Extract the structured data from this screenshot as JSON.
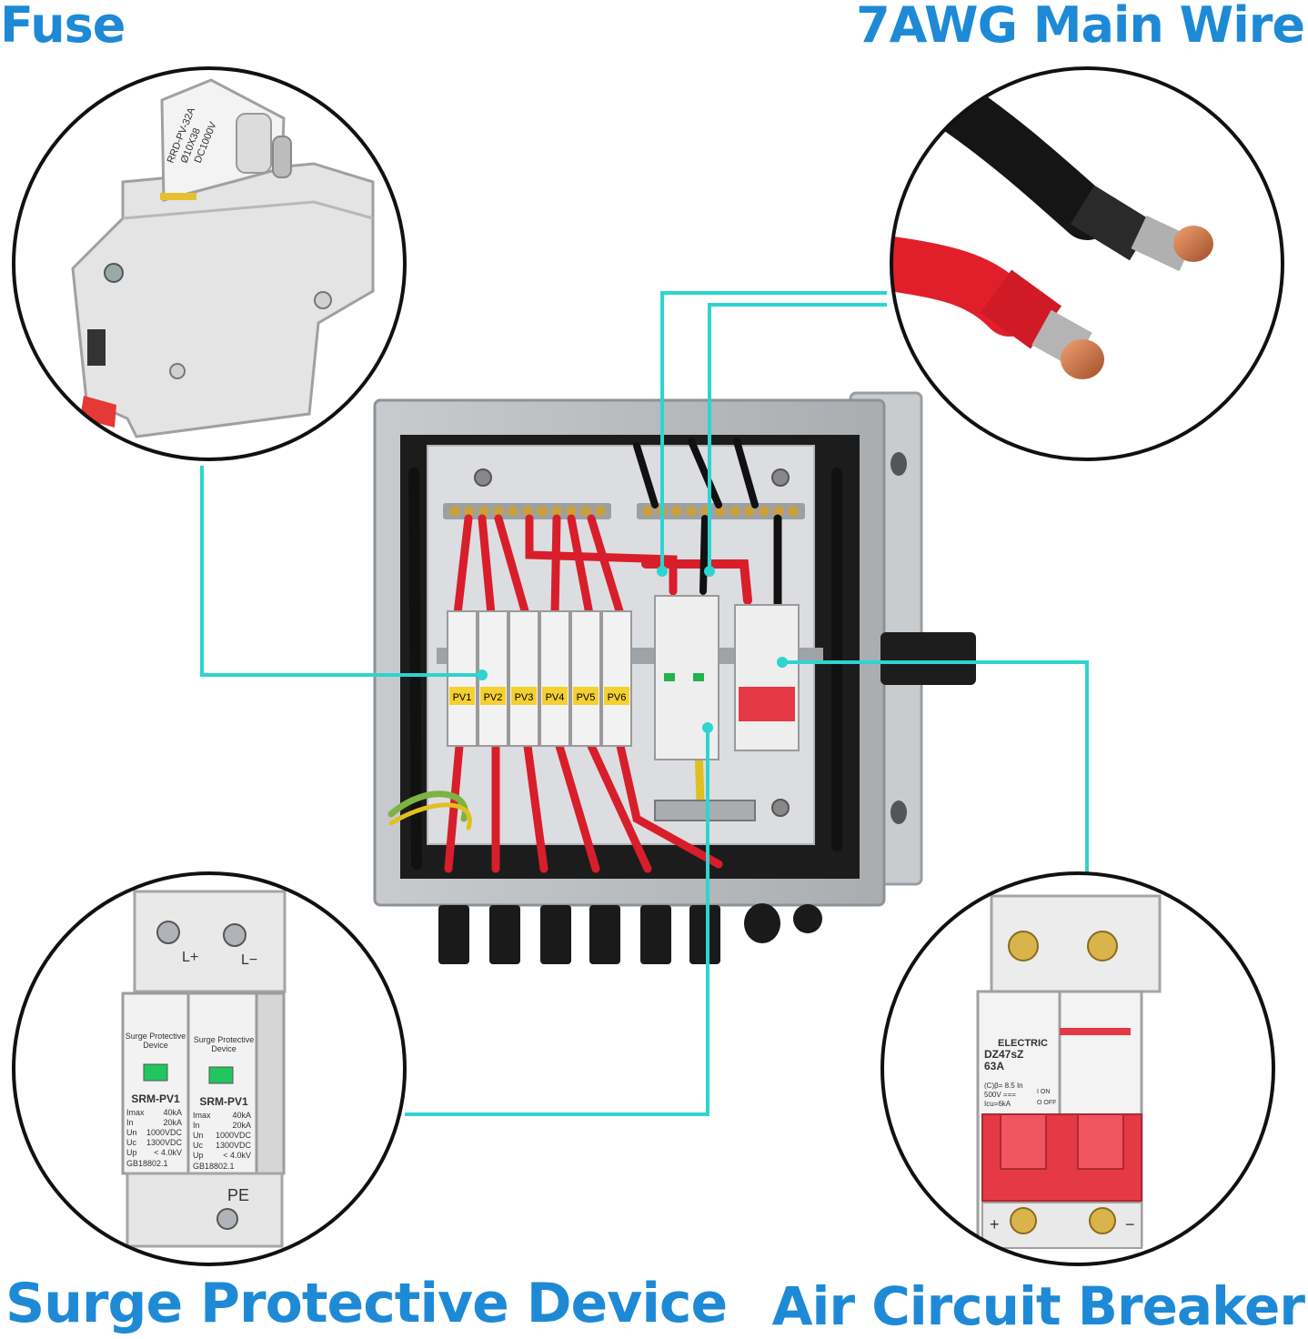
{
  "labels": {
    "fuse": "Fuse",
    "main_wire": "7AWG Main Wire",
    "spd": "Surge Protective Device",
    "breaker": "Air Circuit Breaker"
  },
  "fuse_detail": {
    "model": "RRD-PV-32A",
    "size": "Ø10X38",
    "rating": "DC1000V"
  },
  "fuse_tags": [
    "PV1",
    "PV2",
    "PV3",
    "PV4",
    "PV5",
    "PV6"
  ],
  "spd_detail": {
    "terminal_plus": "L+",
    "terminal_minus": "L−",
    "device_line1": "Surge Protective",
    "device_line2": "Device",
    "model": "SRM-PV1",
    "specs": [
      [
        "Imax",
        "40kA"
      ],
      [
        "In",
        "20kA"
      ],
      [
        "Un",
        "1000VDC"
      ],
      [
        "Uc",
        "1300VDC"
      ],
      [
        "Up",
        "< 4.0kV"
      ]
    ],
    "standard": "GB18802.1",
    "ground": "PE"
  },
  "breaker_detail": {
    "brand": "ELECTRIC",
    "model": "DZ47sZ",
    "current": "63A",
    "spec1": "(C)β= 8.5 In",
    "spec2": "500V ===",
    "spec3": "Icu=6kA",
    "on": "I ON",
    "off": "O OFF",
    "plus": "+",
    "minus": "−"
  },
  "colors": {
    "label_blue": "#1e8ad6",
    "callout_cyan": "#2dd4d0",
    "wire_red": "#d81e2a",
    "breaker_red": "#e63946",
    "enclosure_grey": "#b9bcbf"
  }
}
